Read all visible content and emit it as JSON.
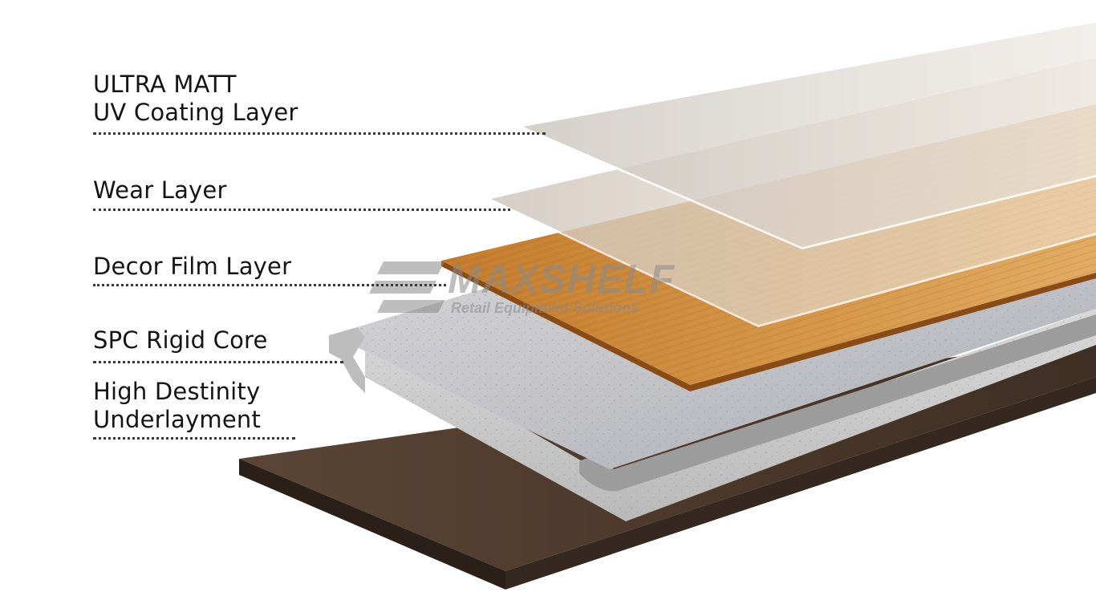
{
  "layers": [
    {
      "id": "uv",
      "lines": [
        "ULTRA MATT",
        "UV Coating Layer"
      ]
    },
    {
      "id": "wear",
      "lines": [
        "Wear Layer"
      ]
    },
    {
      "id": "decor",
      "lines": [
        "Decor Film Layer"
      ]
    },
    {
      "id": "spc",
      "lines": [
        "SPC Rigid Core"
      ]
    },
    {
      "id": "under",
      "lines": [
        "High Destinity",
        "Underlayment"
      ]
    }
  ],
  "watermark": {
    "brand": "MAXSHELF",
    "tagline": "Retail Equipment Solutions"
  },
  "colors": {
    "text": "#151515",
    "leader": "#3a3a3a",
    "underlayment": "#4e3a2e",
    "core": "#c9c9c9",
    "decor": "#c9832f",
    "wear": "#d6d0c8",
    "uv": "#cfc9c2"
  }
}
